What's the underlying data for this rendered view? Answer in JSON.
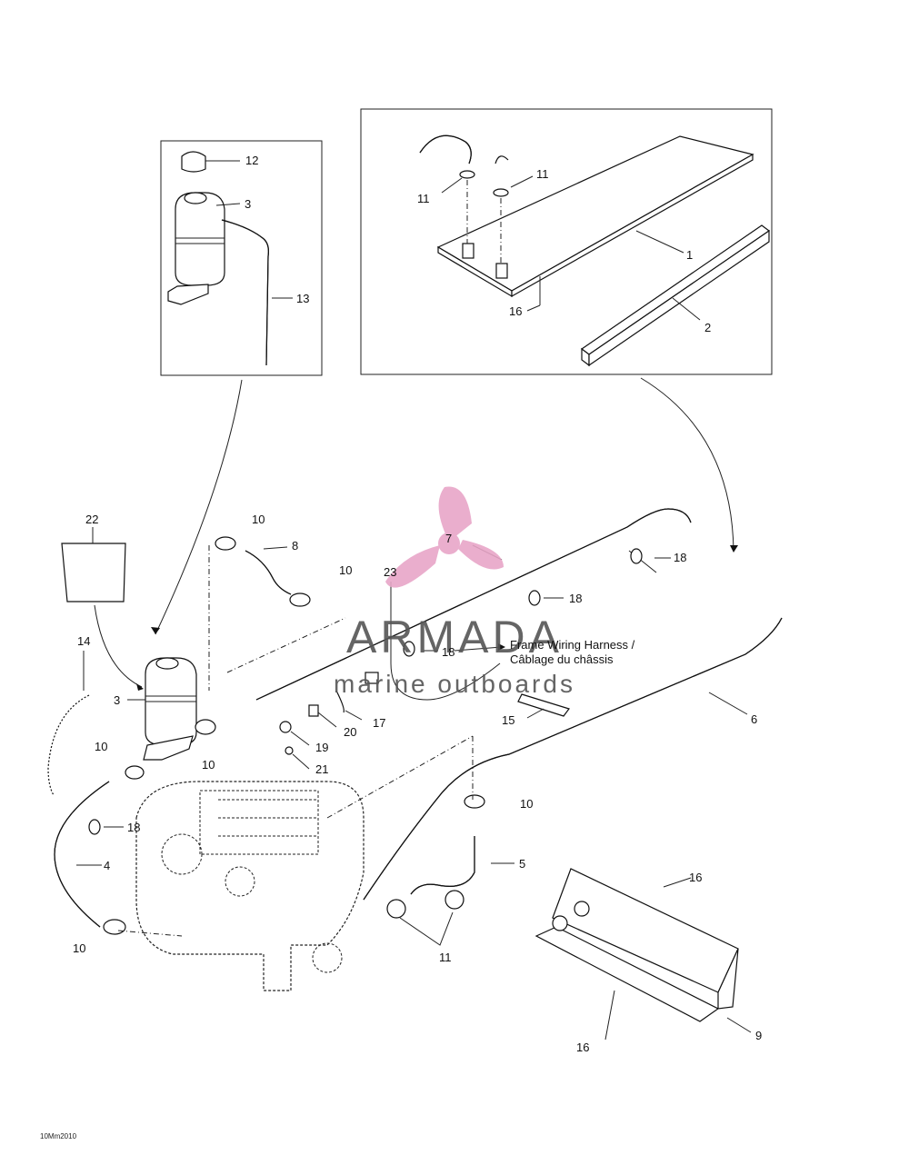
{
  "callouts": {
    "n1": "1",
    "n2": "2",
    "n3": "3",
    "n3b": "3",
    "n4": "4",
    "n5": "5",
    "n6": "6",
    "n7": "7",
    "n8": "8",
    "n9": "9",
    "n10a": "10",
    "n10b": "10",
    "n10c": "10",
    "n10d": "10",
    "n10e": "10",
    "n10f": "10",
    "n11a": "11",
    "n11b": "11",
    "n11c": "11",
    "n12": "12",
    "n13": "13",
    "n14": "14",
    "n15": "15",
    "n16a": "16",
    "n16b": "16",
    "n16c": "16",
    "n17": "17",
    "n18a": "18",
    "n18b": "18",
    "n18c": "18",
    "n18d": "18",
    "n19": "19",
    "n20": "20",
    "n21": "21",
    "n22": "22",
    "n23": "23"
  },
  "harness_label": {
    "line1": "Frame Wiring Harness /",
    "line2": "Câblage du châssis"
  },
  "watermark": {
    "brand": "ARMADA",
    "tagline": "marine outboards",
    "accent_color": "#e8a6c8"
  },
  "figure_code": "10Mm2010"
}
